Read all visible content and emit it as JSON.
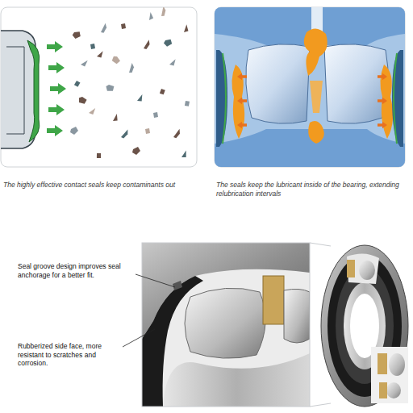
{
  "diagram": {
    "labels": [
      "The highly effective contact seals keep contaminants out",
      "The seals keep the lubricant inside of the bearing, extending relubrication intervals",
      "Seal groove design improves seal anchorage for a better fit.",
      "Rubberized side face, more resistant to scratches and corrosion."
    ]
  }
}
